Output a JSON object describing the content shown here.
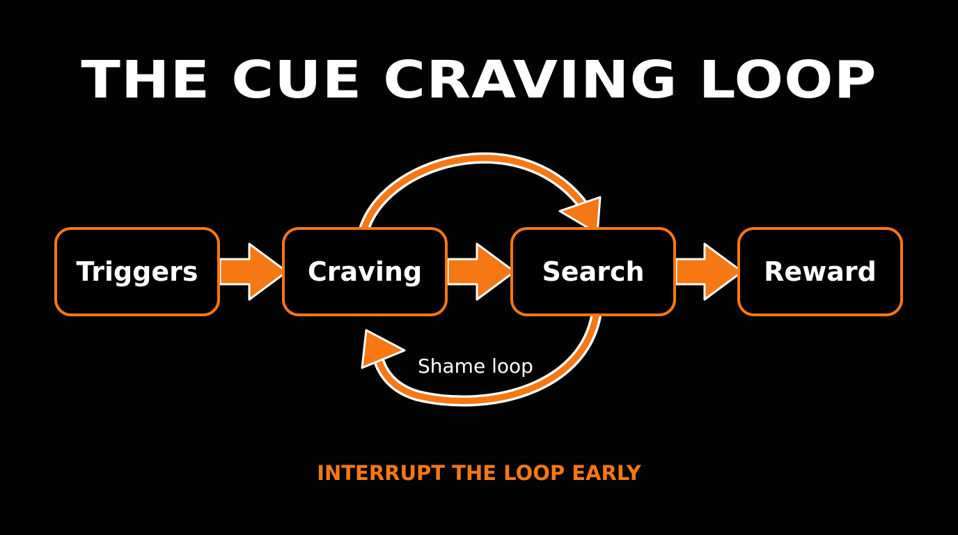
{
  "title": "THE CUE CRAVING LOOP",
  "nodes": [
    {
      "label": "Triggers"
    },
    {
      "label": "Craving"
    },
    {
      "label": "Search"
    },
    {
      "label": "Reward"
    }
  ],
  "loop_label": "Shame loop",
  "callout": "INTERRUPT THE LOOP EARLY",
  "colors": {
    "background": "#030303",
    "accent": "#f57814",
    "text": "#ffffff"
  }
}
